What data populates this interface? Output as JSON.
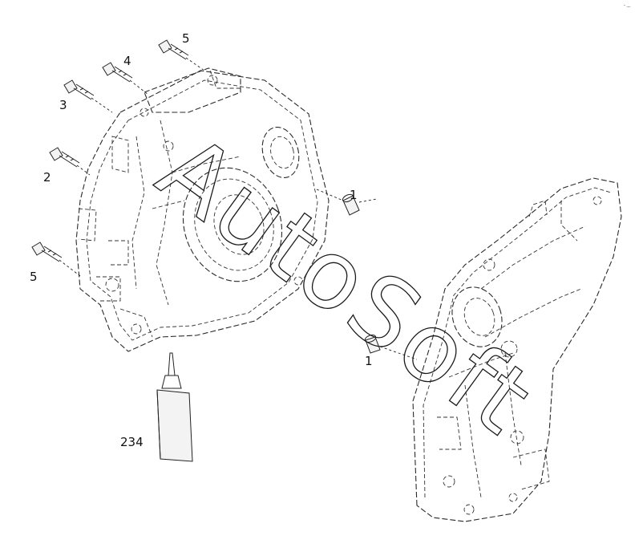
{
  "diagram": {
    "corner_mark": "″ —",
    "watermark": "AutoSoft",
    "callouts": {
      "bolt_top": "5",
      "bolt_second": "4",
      "bolt_third": "3",
      "bolt_left": "2",
      "bolt_bottom": "5",
      "dowel_upper": "1",
      "dowel_lower": "1",
      "sealant": "234"
    }
  }
}
